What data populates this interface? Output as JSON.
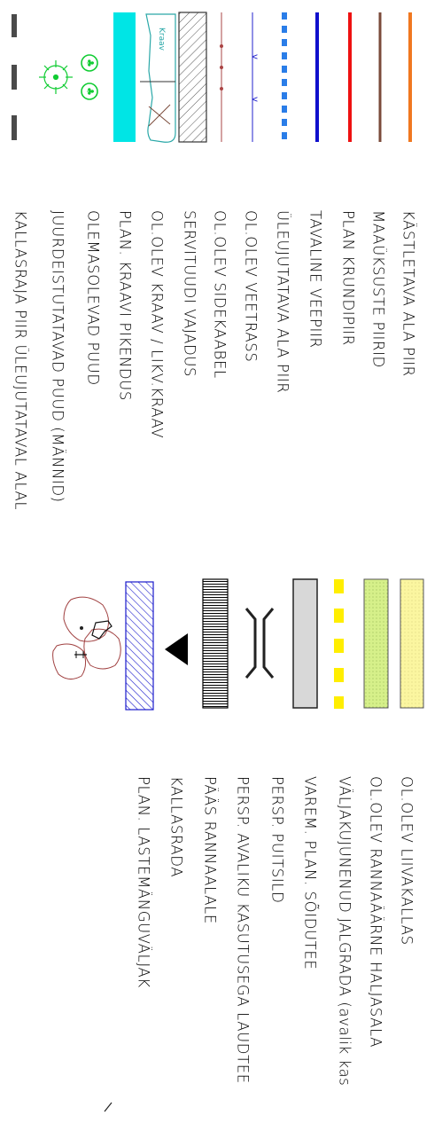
{
  "legend": {
    "left_column": [
      {
        "label": "KÄSTLETAVA ALA PIIR",
        "symbol": "line",
        "color": "#f07820"
      },
      {
        "label": "MAAÜKSUSTE PIIRID",
        "symbol": "line",
        "color": "#7a4a3a"
      },
      {
        "label": "PLAN KRUNDIPIIR",
        "symbol": "line",
        "color": "#ee1111"
      },
      {
        "label": "TAVALINE VEEPIIR",
        "symbol": "line",
        "color": "#1010cc"
      },
      {
        "label": "ÜLEUJUTATAVA ALA PIIR",
        "symbol": "dashed-line",
        "color": "#2a7de8"
      },
      {
        "label": "OL.OLEV VEETRASS",
        "symbol": "line-with-v-marks",
        "color": "#2222cc"
      },
      {
        "label": "OL.OLEV SIDEKAABEL",
        "symbol": "line-with-dots",
        "color": "#aa4444"
      },
      {
        "label": "SERVITUUDI VAJADUS",
        "symbol": "hatched-box",
        "color": "#444444"
      },
      {
        "label": "OL.OLEV KRAAV / LIKV.KRAAV",
        "symbol": "ditch",
        "color": "#2aa8a8",
        "ditch_text": "Kraav"
      },
      {
        "label": "PLAN. KRAAVI PIKENDUS",
        "symbol": "filled-bar",
        "color": "#00e5e5"
      },
      {
        "label": "OLEMASOLEVAD PUUD",
        "symbol": "tree-circle",
        "color": "#11cc33"
      },
      {
        "label": "JUURDEISTUTATAVAD PUUD (MÄNNID)",
        "symbol": "pine-tree",
        "color": "#11cc33"
      },
      {
        "label": "KALLASRAJA PIIR ÜLEUJUTATAVAL ALAL",
        "symbol": "gray-dashes",
        "color": "#4a4a4a"
      }
    ],
    "right_column": [
      {
        "label": "OL.OLEV LIIVAKALLAS",
        "symbol": "dotted-box",
        "color": "#fbf6a0"
      },
      {
        "label": "OL.OLEV RANNAÄÄRNE HALJASALA",
        "symbol": "dotted-box",
        "color": "#d6f08a"
      },
      {
        "label": "VÄLJAKUJUNENUD JALGRADA (avalik kas",
        "symbol": "yellow-squares",
        "color": "#ffee00"
      },
      {
        "label": "VAREM. PLAN. SÕIDUTEE",
        "symbol": "gray-box",
        "color": "#d8d8d8"
      },
      {
        "label": "PERSP. PUITSILD",
        "symbol": "bridge",
        "color": "#222222"
      },
      {
        "label": "PERSP. AVALIKU KASUTUSEGA LAUDTEE",
        "symbol": "boardwalk",
        "color": "#000000"
      },
      {
        "label": "PÄÄS RANNAALALE",
        "symbol": "triangle",
        "color": "#000000"
      },
      {
        "label": "KALLASRADA",
        "symbol": "blue-hatch",
        "color": "#1a1acc"
      },
      {
        "label": "PLAN. LASTEMÄNGUVÄLJAK",
        "symbol": "playground",
        "color": "#a04040"
      }
    ]
  }
}
